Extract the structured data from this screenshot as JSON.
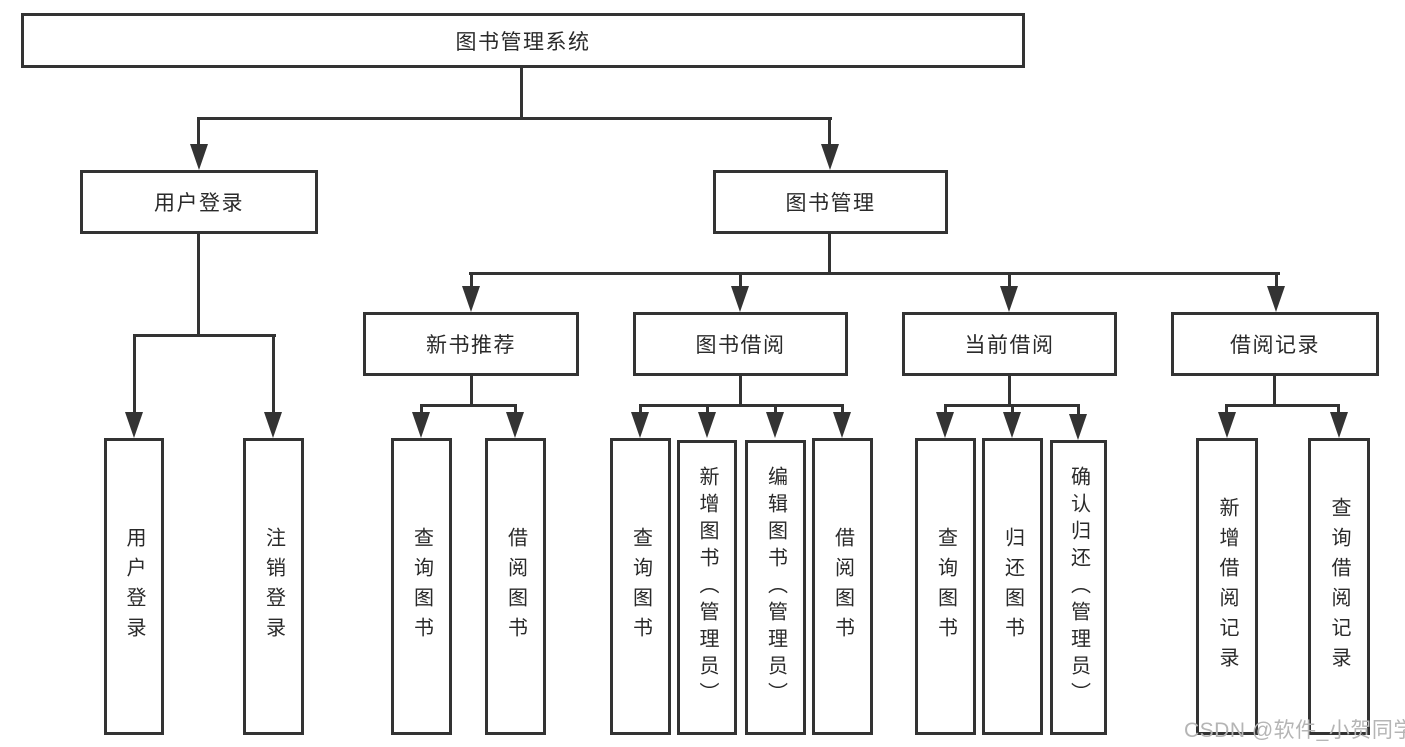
{
  "colors": {
    "line": "#333333",
    "text": "#2a2a2a",
    "watermark": "#b5b5b5",
    "background": "#ffffff"
  },
  "diagram": {
    "root": {
      "label": "图书管理系统"
    },
    "level2": [
      {
        "label": "用户登录"
      },
      {
        "label": "图书管理"
      }
    ],
    "level3": [
      {
        "label": "新书推荐"
      },
      {
        "label": "图书借阅"
      },
      {
        "label": "当前借阅"
      },
      {
        "label": "借阅记录"
      }
    ],
    "leaves": [
      {
        "label": "用户登录"
      },
      {
        "label": "注销登录"
      },
      {
        "label": "查询图书"
      },
      {
        "label": "借阅图书"
      },
      {
        "label": "查询图书"
      },
      {
        "label": "新增图书（管理员）"
      },
      {
        "label": "编辑图书（管理员）"
      },
      {
        "label": "借阅图书"
      },
      {
        "label": "查询图书"
      },
      {
        "label": "归还图书"
      },
      {
        "label": "确认归还（管理员）"
      },
      {
        "label": "新增借阅记录"
      },
      {
        "label": "查询借阅记录"
      }
    ]
  },
  "watermark": {
    "text": "CSDN @软件_小贺同学"
  }
}
